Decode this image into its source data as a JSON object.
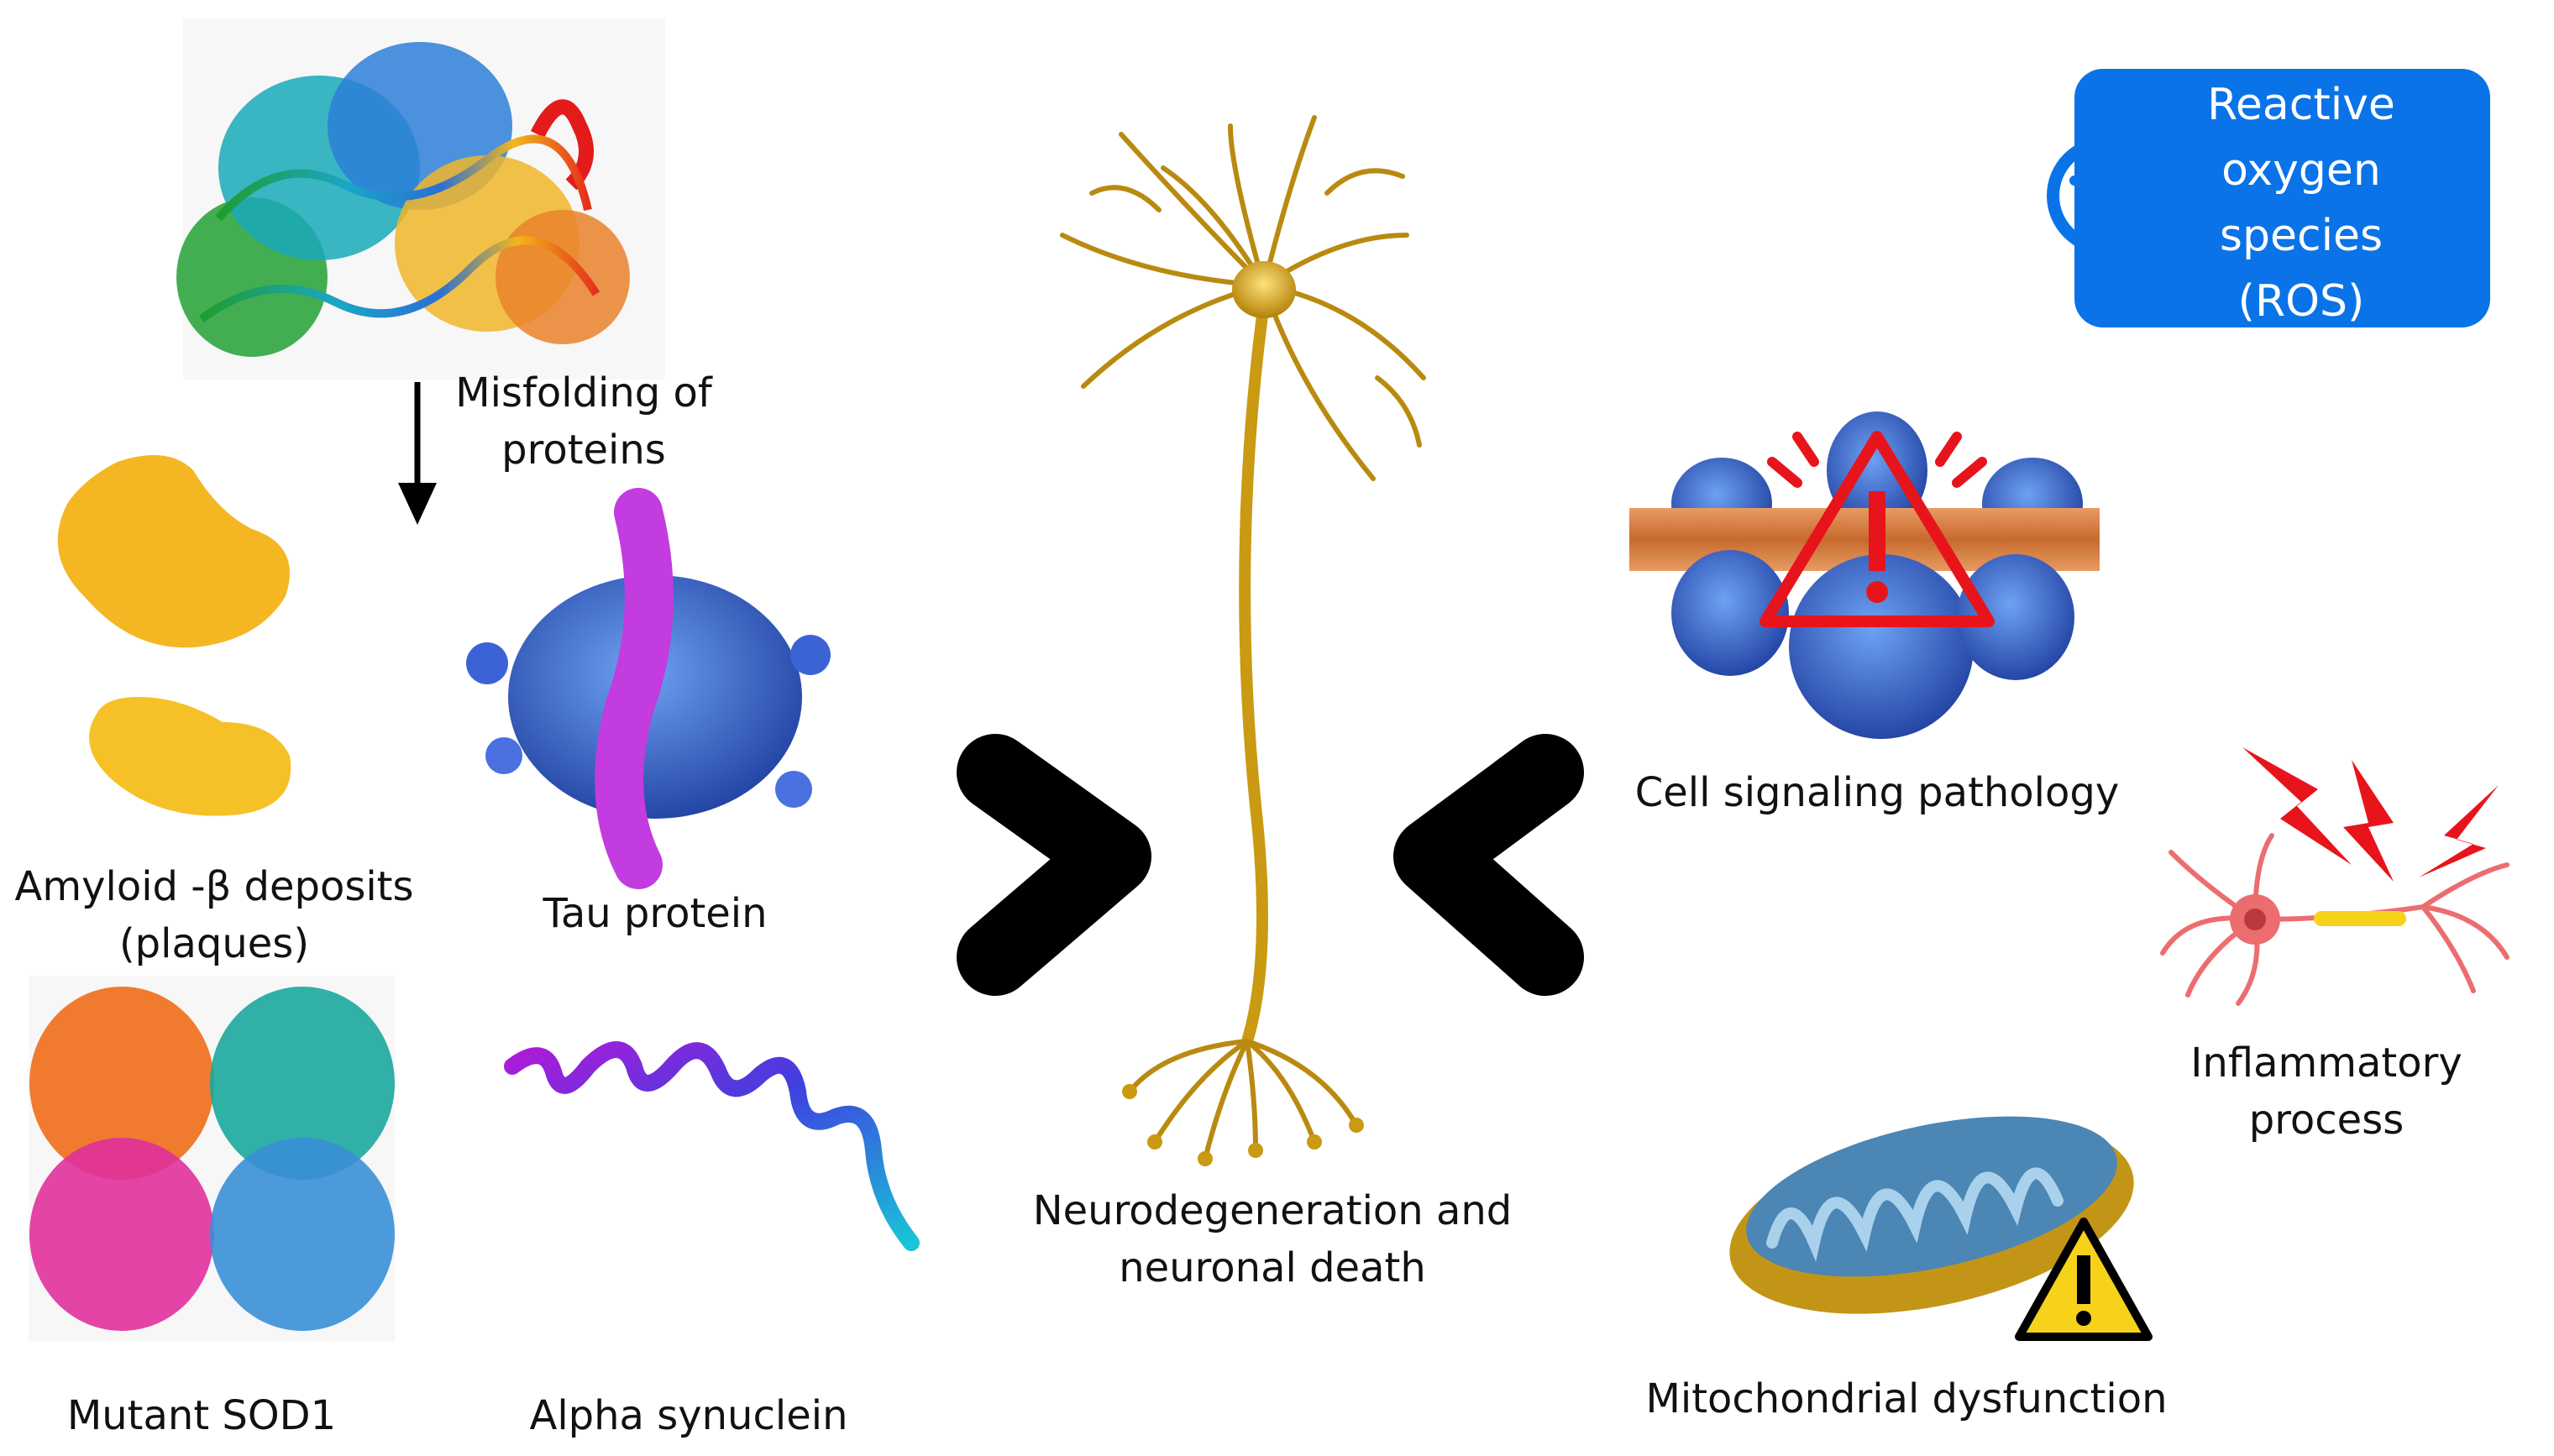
{
  "labels": {
    "misfolding": [
      "Misfolding of",
      "proteins"
    ],
    "amyloid": [
      "Amyloid -β deposits",
      "(plaques)"
    ],
    "tau": "Tau protein",
    "sod1": "Mutant SOD1",
    "alpha": "Alpha synuclein",
    "neuro": [
      "Neurodegeneration and",
      "neuronal death"
    ],
    "cell_signaling": "Cell signaling pathology",
    "inflammatory": "Inflammatory process",
    "mito": "Mitochondrial dysfunction",
    "ros": [
      "Reactive",
      "oxygen",
      "species",
      "(ROS)"
    ]
  },
  "colors": {
    "ros_blue": "#0a73e8",
    "neuron_gold": "#c99a12",
    "warning_red": "#e8141b",
    "warning_yellow": "#f7d21a"
  }
}
